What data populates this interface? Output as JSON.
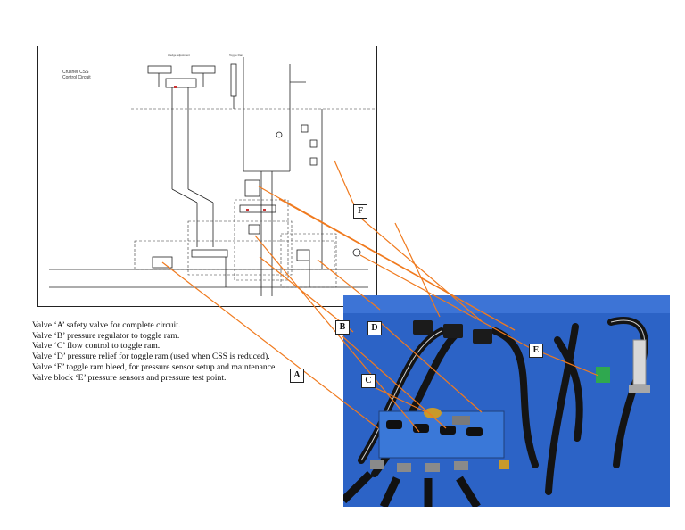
{
  "schematic": {
    "title_line1": "Crusher CSS",
    "title_line2": "Control Circuit",
    "small_labels": {
      "wedge_adjustment": "Wedge adjustment",
      "toggle_ram": "Toggle Ram"
    }
  },
  "callouts": {
    "A": "A",
    "B": "B",
    "C": "C",
    "D": "D",
    "E": "E",
    "F": "F"
  },
  "legend": [
    "Valve ‘A’ safety valve for complete circuit.",
    "Valve ‘B’ pressure regulator to toggle ram.",
    "Valve ‘C’ flow control to toggle ram.",
    "Valve ‘D’ pressure relief for toggle ram (used when CSS is reduced).",
    "Valve ‘E’ toggle ram bleed, for pressure sensor setup and maintenance.",
    "Valve block ‘E’ pressure sensors and pressure test point."
  ],
  "colors": {
    "leader": "#f07a1e",
    "photo_background": "#2c63c6",
    "valve_block": "#3a78d8",
    "green_valve": "#2fa84f"
  }
}
